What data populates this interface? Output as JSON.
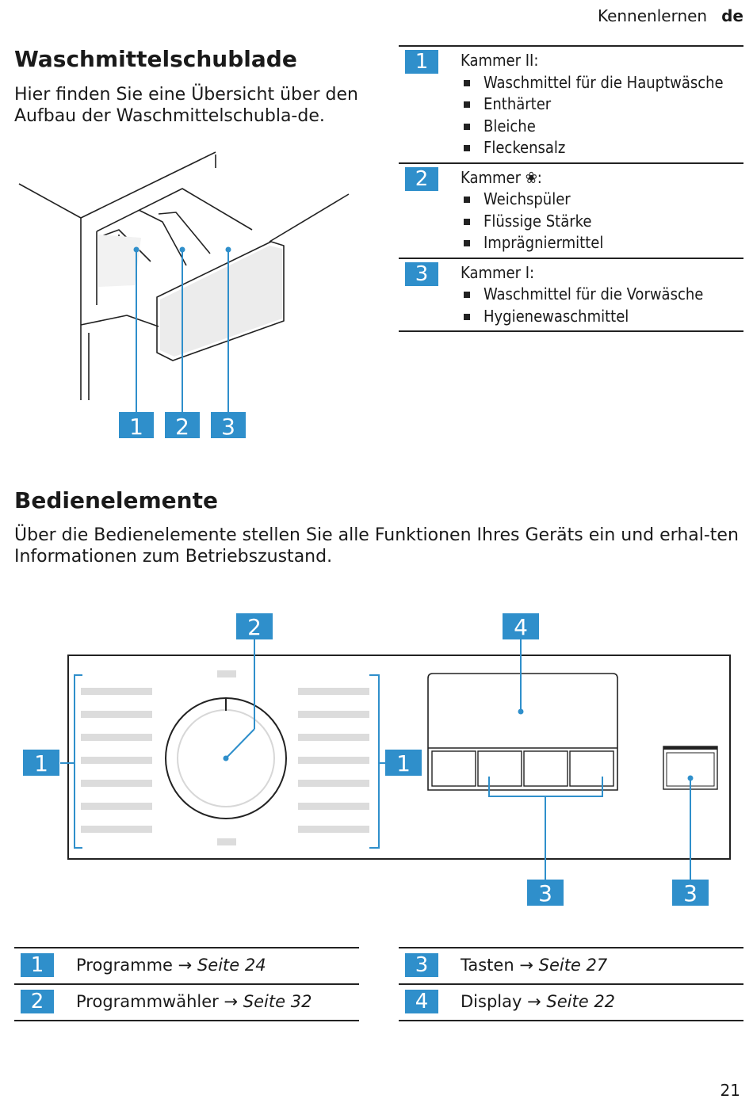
{
  "header": {
    "section": "Kennenlernen",
    "lang": "de"
  },
  "drawer": {
    "title": "Waschmittelschublade",
    "intro": "Hier finden Sie eine Übersicht über den Aufbau der Waschmittelschubla-de.",
    "labels": [
      "1",
      "2",
      "3"
    ],
    "chambers": [
      {
        "num": "1",
        "title": "Kammer II:",
        "items": [
          "Waschmittel für die Hauptwäsche",
          "Enthärter",
          "Bleiche",
          "Fleckensalz"
        ]
      },
      {
        "num": "2",
        "title": "Kammer ❀:",
        "items": [
          "Weichspüler",
          "Flüssige Stärke",
          "Imprägniermittel"
        ]
      },
      {
        "num": "3",
        "title": "Kammer I:",
        "items": [
          "Waschmittel für die Vorwäsche",
          "Hygienewaschmittel"
        ]
      }
    ]
  },
  "controls": {
    "title": "Bedienelemente",
    "intro": "Über die Bedienelemente stellen Sie alle Funktionen Ihres Geräts ein und erhal-ten Informationen zum Betriebszustand.",
    "labels": {
      "left": "1",
      "dial": "2",
      "right": "1",
      "display": "4",
      "keys": "3",
      "key_single": "3"
    }
  },
  "references": [
    {
      "num": "1",
      "label": "Programme",
      "arrow": "→",
      "page": "Seite 24"
    },
    {
      "num": "2",
      "label": "Programmwähler",
      "arrow": "→",
      "page": "Seite 32"
    },
    {
      "num": "3",
      "label": "Tasten",
      "arrow": "→",
      "page": "Seite 27"
    },
    {
      "num": "4",
      "label": "Display",
      "arrow": "→",
      "page": "Seite 22"
    }
  ],
  "page_number": "21",
  "colors": {
    "accent": "#2f8fcb",
    "line": "#222222",
    "bar": "#dcdcdc"
  }
}
